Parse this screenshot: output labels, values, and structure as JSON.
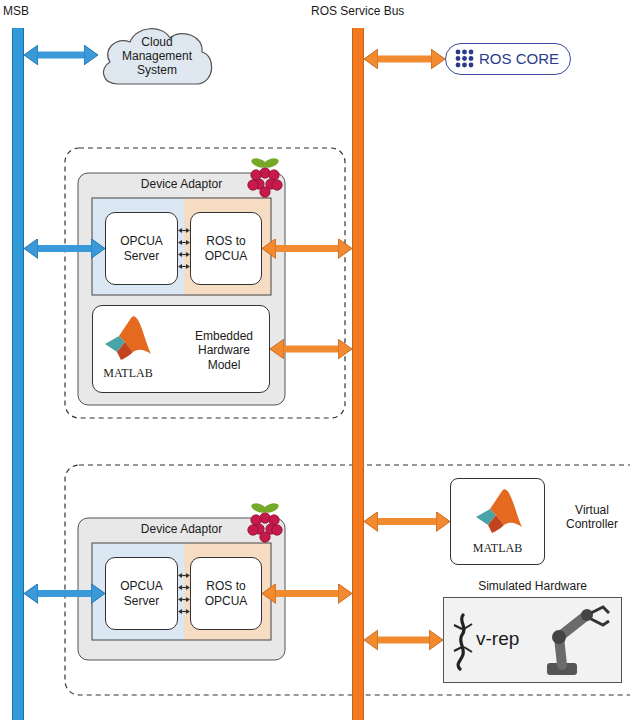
{
  "diagram": {
    "nodes": [
      {
        "text": [
          "MSB"
        ]
      },
      {
        "text": [
          "ROS Service Bus"
        ]
      },
      {
        "text": [
          "Cloud Management System"
        ]
      },
      {
        "text": [
          "ROS CORE"
        ]
      },
      {
        "text": [
          "Device Adaptor"
        ]
      },
      {
        "text": [
          "OPCUA Server"
        ],
        "in": 4
      },
      {
        "text": [
          "ROS to OPCUA"
        ],
        "in": 4
      },
      {
        "text": [
          "MATLAB",
          "Embedded Hardware Model"
        ],
        "in": 4
      },
      {
        "text": [
          "Device Adaptor"
        ]
      },
      {
        "text": [
          "OPCUA Server"
        ],
        "in": 8
      },
      {
        "text": [
          "ROS to OPCUA"
        ],
        "in": 8
      },
      {
        "text": [
          "MATLAB",
          "Virtual Controller"
        ]
      },
      {
        "text": [
          "Simulated Hardware",
          "v-rep"
        ]
      }
    ],
    "edges": [
      {
        "from": 0,
        "to": 2,
        "arrow": "both"
      },
      {
        "from": 1,
        "to": 3,
        "arrow": "both"
      },
      {
        "from": 0,
        "to": 5,
        "arrow": "both"
      },
      {
        "from": 5,
        "to": 6,
        "arrow": "both"
      },
      {
        "from": 6,
        "to": 1,
        "arrow": "both"
      },
      {
        "from": 7,
        "to": 1,
        "arrow": "both"
      },
      {
        "from": 0,
        "to": 9,
        "arrow": "both"
      },
      {
        "from": 9,
        "to": 10,
        "arrow": "both"
      },
      {
        "from": 10,
        "to": 1,
        "arrow": "both"
      },
      {
        "from": 1,
        "to": 11,
        "arrow": "both"
      },
      {
        "from": 1,
        "to": 12,
        "arrow": "both"
      }
    ]
  }
}
